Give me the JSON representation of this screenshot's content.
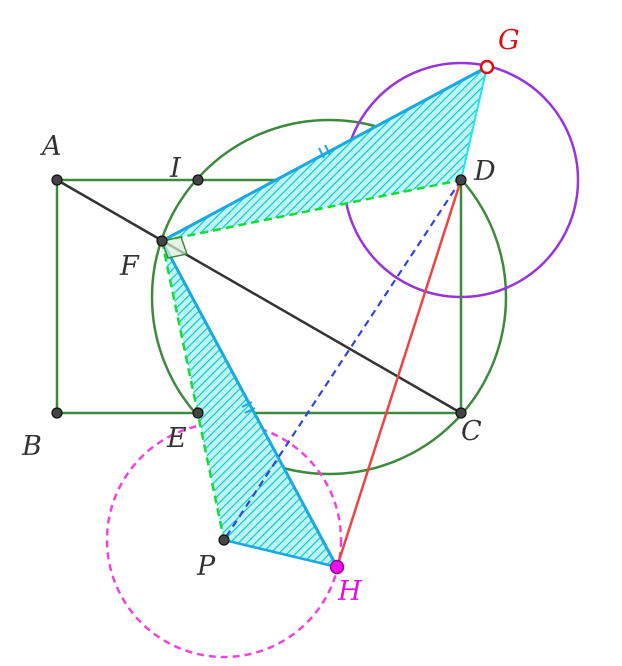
{
  "diagram": {
    "points": [
      {
        "id": "A",
        "label": "A",
        "color": "#333333"
      },
      {
        "id": "B",
        "label": "B",
        "color": "#333333"
      },
      {
        "id": "C",
        "label": "C",
        "color": "#333333"
      },
      {
        "id": "D",
        "label": "D",
        "color": "#333333"
      },
      {
        "id": "E",
        "label": "E",
        "color": "#333333"
      },
      {
        "id": "F",
        "label": "F",
        "color": "#333333"
      },
      {
        "id": "I",
        "label": "I",
        "color": "#333333"
      },
      {
        "id": "P",
        "label": "P",
        "color": "#333333"
      },
      {
        "id": "G",
        "label": "G",
        "color": "#dd1111"
      },
      {
        "id": "H",
        "label": "H",
        "color": "#dd11dd"
      }
    ],
    "colors": {
      "rectangle": "#3d8a3d",
      "diagonal": "#333333",
      "big_circle": "#3d8a3d",
      "circle_d": "#9933dd",
      "circle_e": "#ee44dd",
      "triangle_fill": "#00e5e5",
      "triangle_edge": "#1aa8e0",
      "dashed_green": "#11dd33",
      "dashed_blue": "#3344dd",
      "segment_dh": "#ee4444"
    }
  }
}
